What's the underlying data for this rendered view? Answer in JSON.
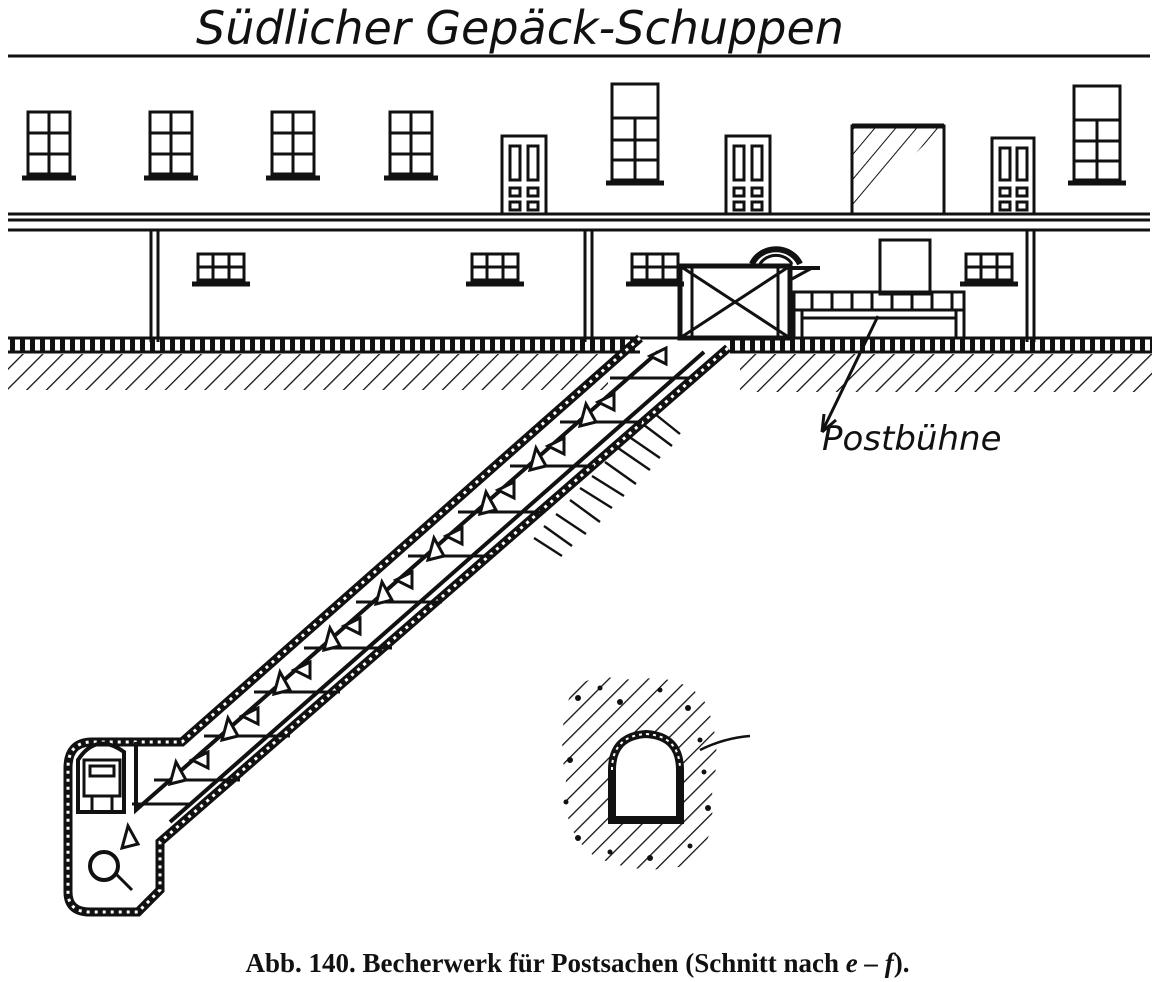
{
  "title": "Südlicher Gepäck-Schuppen",
  "label_platform": "Postbühne",
  "caption": {
    "prefix": "Abb. 140. Becherwerk für Postsachen (Schnitt nach ",
    "section": "e – f",
    "suffix": ")."
  },
  "colors": {
    "ink": "#111111",
    "paper": "#ffffff"
  }
}
